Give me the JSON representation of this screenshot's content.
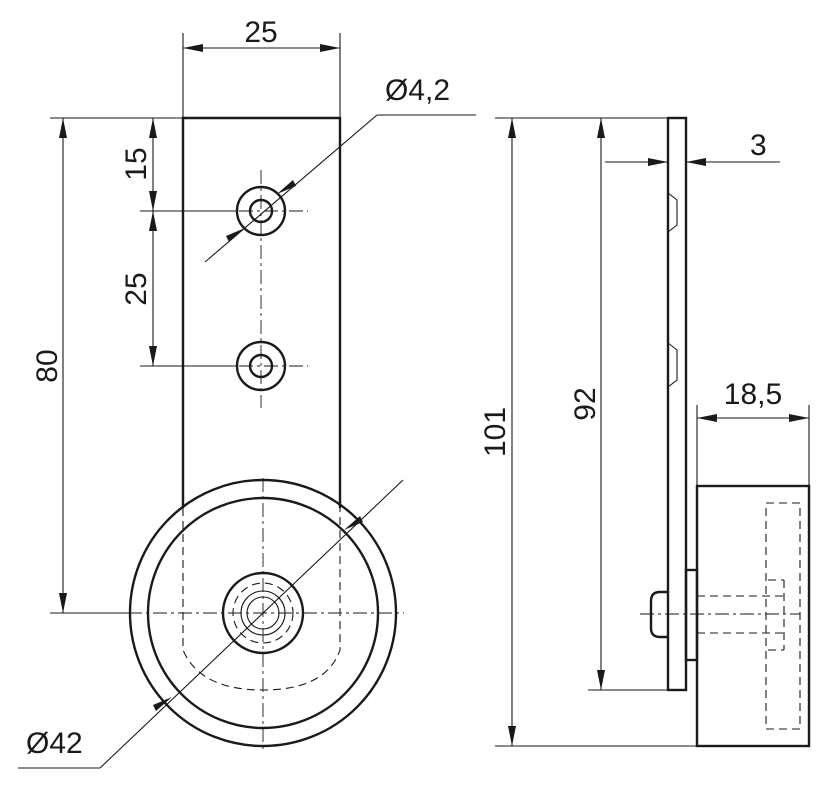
{
  "dimensions": {
    "bracket_width": "25",
    "hole_diameter": "Ø4,2",
    "top_to_hole": "15",
    "hole_spacing": "25",
    "hole_to_axis": "80",
    "plate_thickness": "3",
    "overall_height": "101",
    "plate_height": "92",
    "wheel_width": "18,5",
    "wheel_diameter": "Ø42"
  }
}
